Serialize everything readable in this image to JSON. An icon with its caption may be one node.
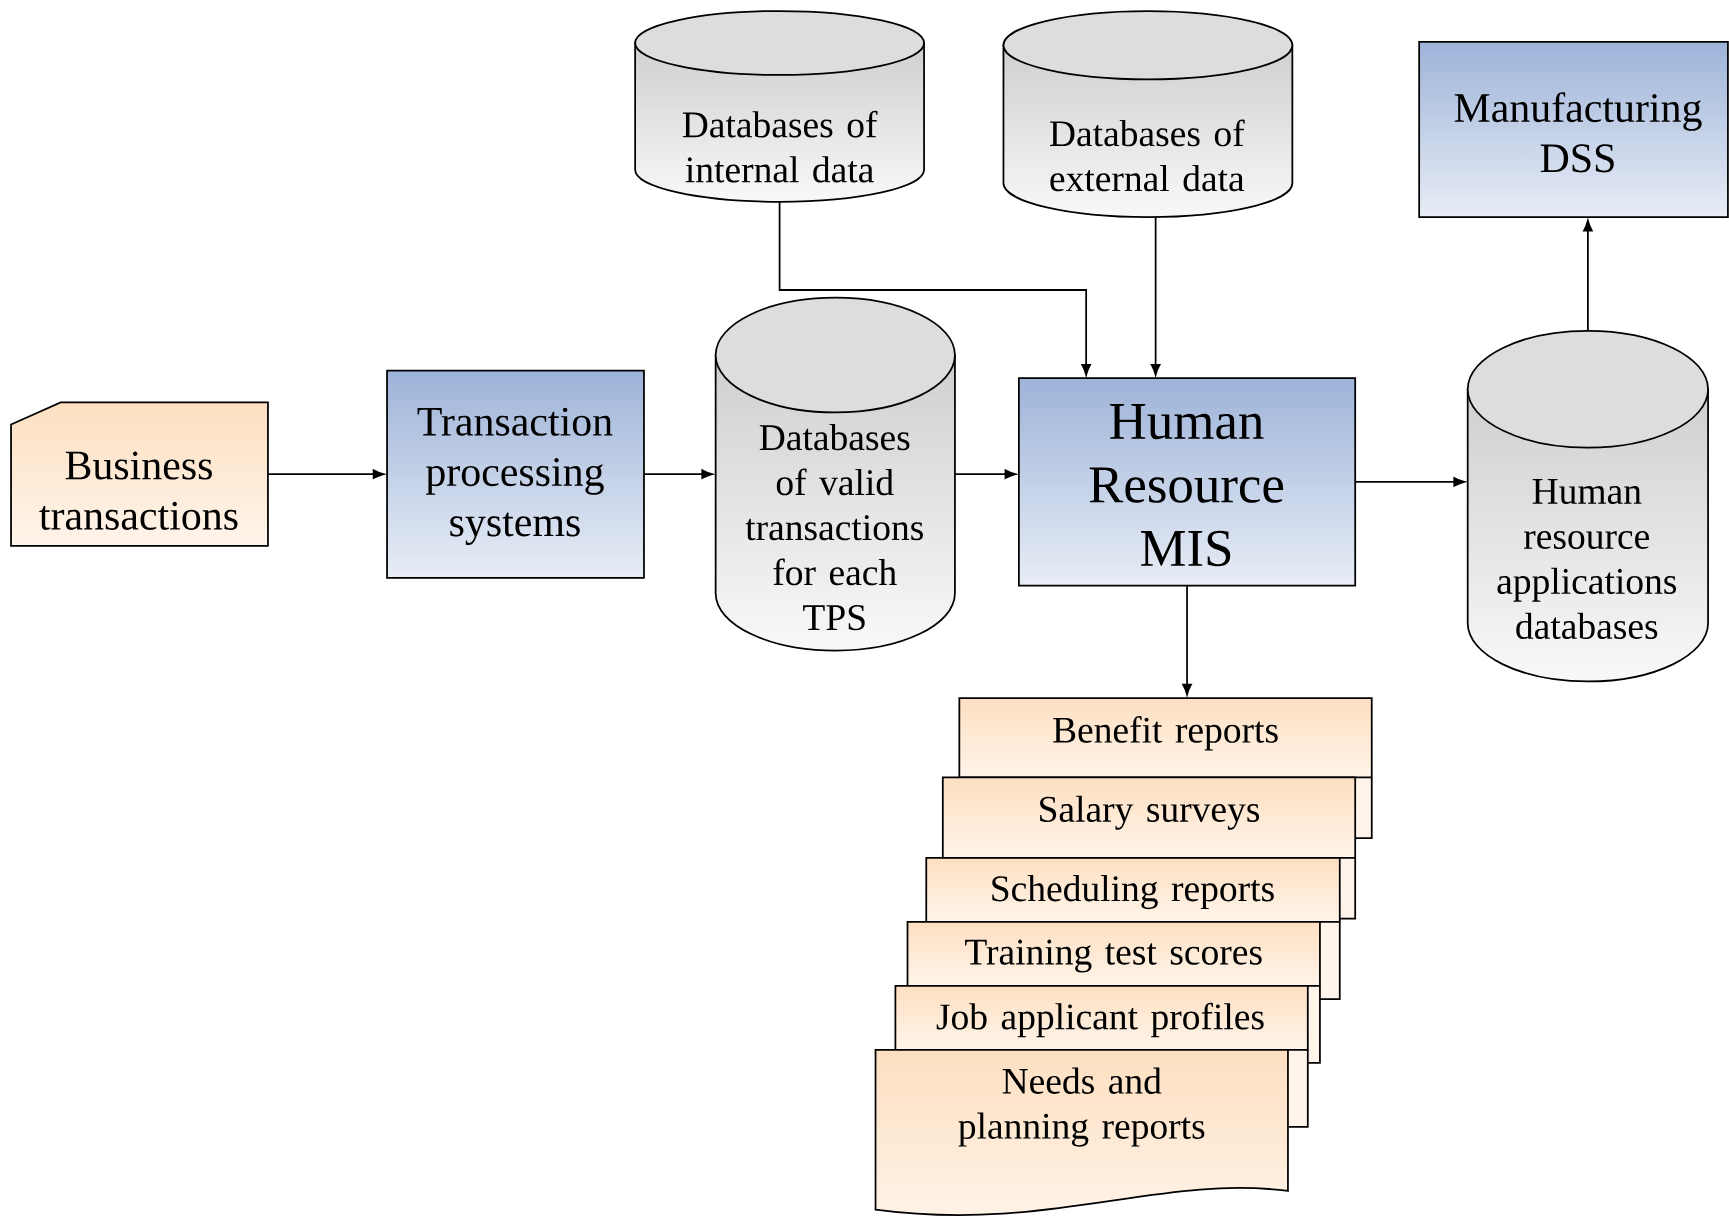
{
  "diagram": {
    "nodes": [
      {
        "text": [
          "Business transactions"
        ]
      },
      {
        "text": [
          "Transaction processing systems"
        ]
      },
      {
        "text": [
          "Databases of valid transactions for each TPS"
        ]
      },
      {
        "text": [
          "Databases of internal data"
        ]
      },
      {
        "text": [
          "Databases of external data"
        ]
      },
      {
        "text": [
          "Human Resource MIS"
        ]
      },
      {
        "text": [
          "Human resource applications databases"
        ]
      },
      {
        "text": [
          "Manufacturing DSS"
        ]
      },
      {
        "text": [
          "Benefit reports"
        ]
      },
      {
        "text": [
          "Salary surveys"
        ]
      },
      {
        "text": [
          "Scheduling reports"
        ]
      },
      {
        "text": [
          "Training test scores"
        ]
      },
      {
        "text": [
          "Job applicant profiles"
        ]
      },
      {
        "text": [
          "Needs and planning reports"
        ]
      }
    ],
    "edges": [
      {
        "from": 0,
        "to": 1,
        "arrow": "to"
      },
      {
        "from": 1,
        "to": 2,
        "arrow": "to"
      },
      {
        "from": 2,
        "to": 5,
        "arrow": "to"
      },
      {
        "from": 3,
        "to": 5,
        "arrow": "to"
      },
      {
        "from": 4,
        "to": 5,
        "arrow": "to"
      },
      {
        "from": 5,
        "to": 6,
        "arrow": "to"
      },
      {
        "from": 6,
        "to": 7,
        "arrow": "to"
      },
      {
        "from": 5,
        "to": 8,
        "arrow": "to"
      }
    ]
  }
}
